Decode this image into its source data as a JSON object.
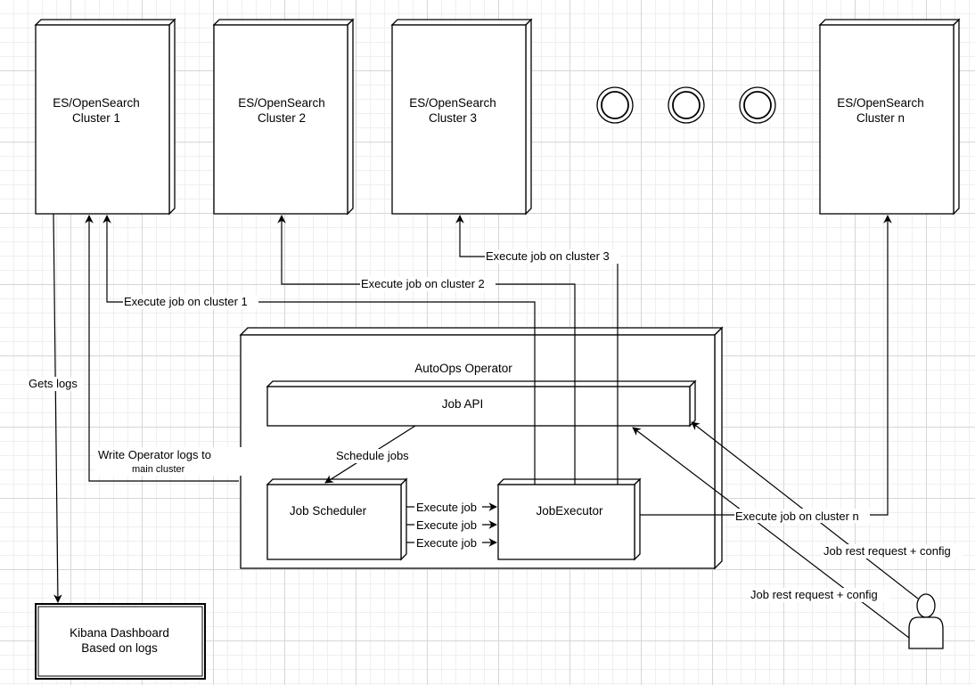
{
  "clusters": [
    {
      "line1": "ES/OpenSearch",
      "line2": "Cluster 1"
    },
    {
      "line1": "ES/OpenSearch",
      "line2": "Cluster 2"
    },
    {
      "line1": "ES/OpenSearch",
      "line2": "Cluster 3"
    },
    {
      "line1": "ES/OpenSearch",
      "line2": "Cluster n"
    }
  ],
  "operator": {
    "title": "AutoOps Operator",
    "job_api": "Job API",
    "job_scheduler": "Job Scheduler",
    "job_executor": "JobExecutor"
  },
  "kibana": {
    "line1": "Kibana Dashboard",
    "line2": "Based on logs"
  },
  "edges": {
    "exec_c1": "Execute job on cluster 1",
    "exec_c2": "Execute job on cluster 2",
    "exec_c3": "Execute job on cluster 3",
    "exec_cn": "Execute job on cluster n",
    "gets_logs": "Gets logs",
    "write_logs_1": "Write Operator logs to",
    "write_logs_2": "main cluster",
    "schedule_jobs": "Schedule jobs",
    "execute_job_1": "Execute job",
    "execute_job_2": "Execute job",
    "execute_job_3": "Execute job",
    "job_rest_1": "Job rest request + config",
    "job_rest_2": "Job rest request + config"
  },
  "colors": {
    "stroke": "#000000",
    "fill": "#ffffff",
    "grid": "#d6d6d6"
  },
  "icons": [
    "ellipsis-circle-icon",
    "user-actor-icon"
  ]
}
